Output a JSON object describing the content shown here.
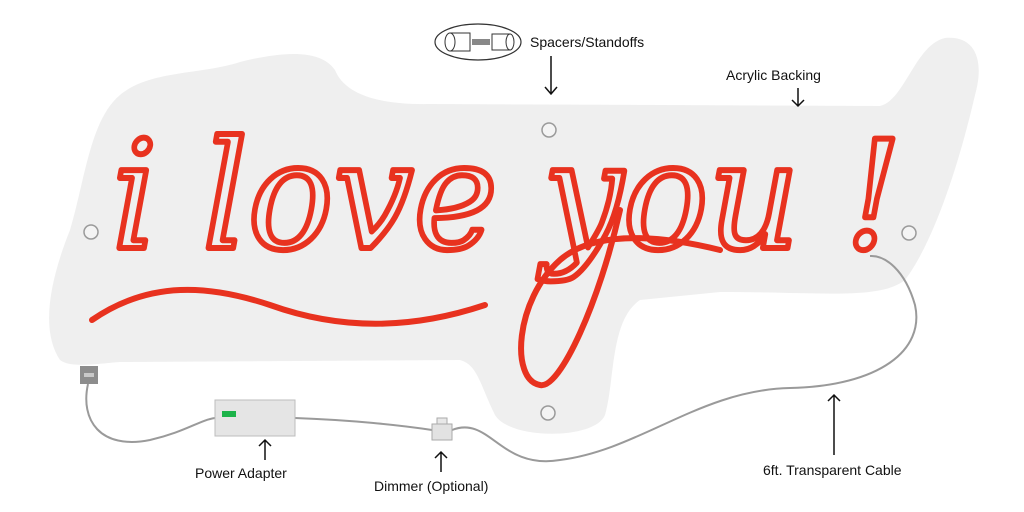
{
  "sign": {
    "text": "i love you !",
    "neon_color": "#e8321f",
    "backing_color": "#efefef"
  },
  "labels": {
    "spacers": "Spacers/Standoffs",
    "backing": "Acrylic Backing",
    "adapter": "Power Adapter",
    "dimmer": "Dimmer (Optional)",
    "cable": "6ft. Transparent Cable"
  },
  "colors": {
    "cable": "#9a9a9a",
    "adapter_led": "#1db34a"
  }
}
